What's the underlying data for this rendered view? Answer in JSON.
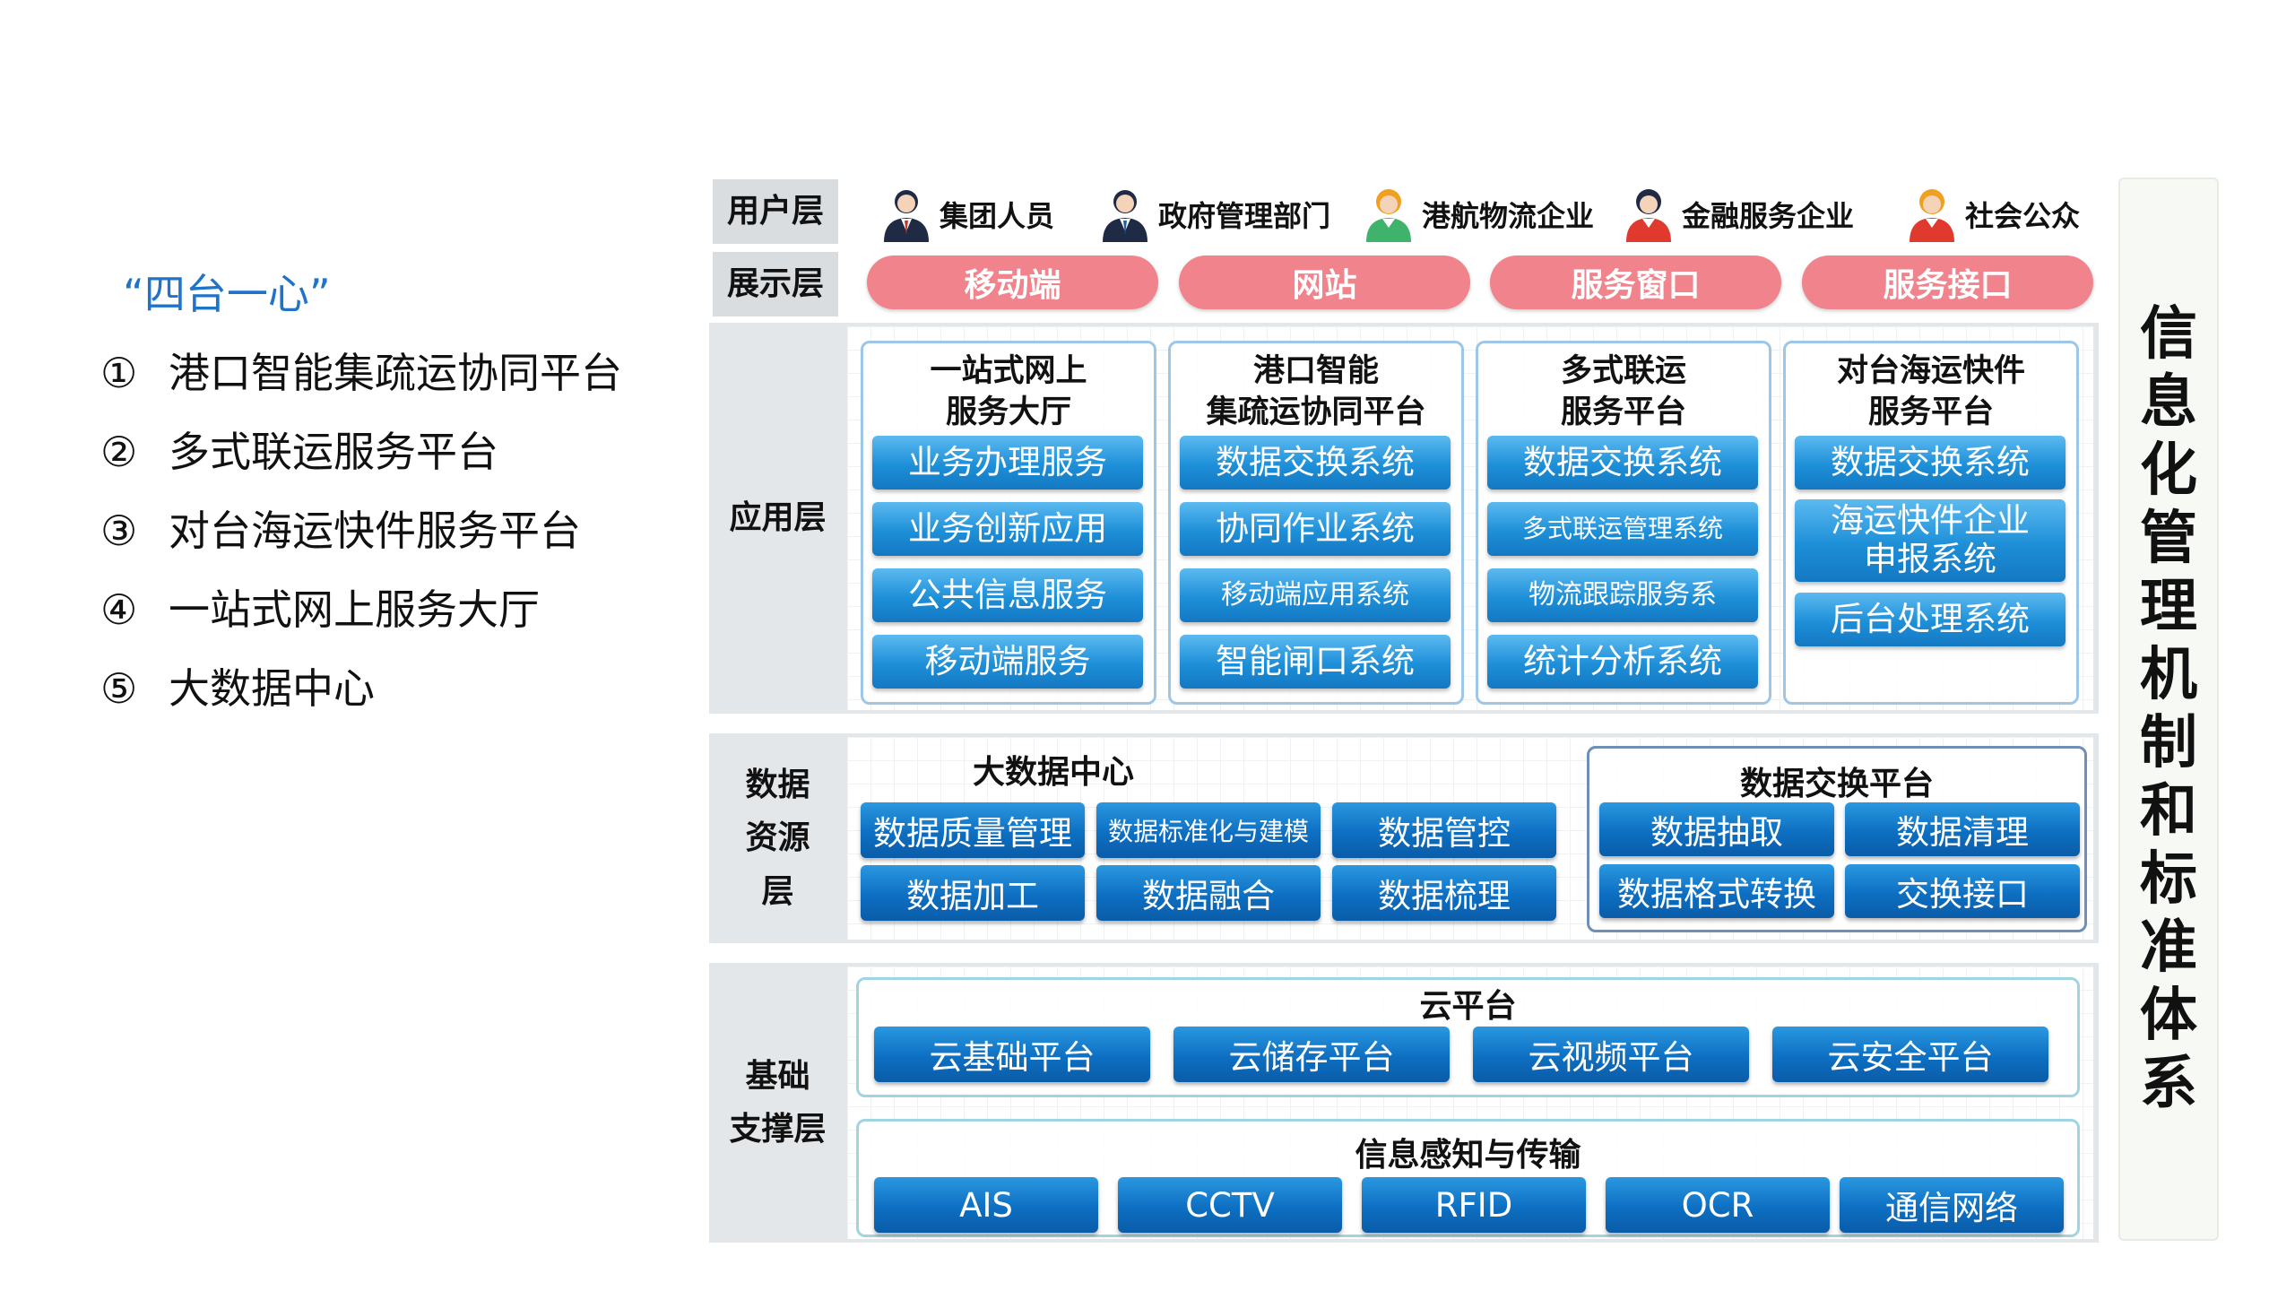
{
  "left": {
    "title": "“四台一心”",
    "items": [
      {
        "num": "①",
        "label": "港口智能集疏运协同平台"
      },
      {
        "num": "②",
        "label": "多式联运服务平台"
      },
      {
        "num": "③",
        "label": "对台海运快件服务平台"
      },
      {
        "num": "④",
        "label": "一站式网上服务大厅"
      },
      {
        "num": "⑤",
        "label": "大数据中心"
      }
    ]
  },
  "layers": {
    "user": "用户层",
    "display": "展示层",
    "application": "应用层",
    "data": "数据\n资源\n层",
    "infra": "基础\n支撑层"
  },
  "users": [
    {
      "label": "集团人员",
      "icon": "suit-person-icon",
      "color": "#1f2a44"
    },
    {
      "label": "政府管理部门",
      "icon": "suit-person-icon",
      "color": "#1f2a44"
    },
    {
      "label": "港航物流企业",
      "icon": "person-icon",
      "color": "#3fb36b"
    },
    {
      "label": "金融服务企业",
      "icon": "person-icon",
      "color": "#e03a2e"
    },
    {
      "label": "社会公众",
      "icon": "person-icon",
      "color": "#e03a2e"
    }
  ],
  "display": [
    "移动端",
    "网站",
    "服务窗口",
    "服务接口"
  ],
  "app_cards": [
    {
      "title": "一站式网上\n服务大厅",
      "items": [
        "业务办理服务",
        "业务创新应用",
        "公共信息服务",
        "移动端服务"
      ]
    },
    {
      "title": "港口智能\n集疏运协同平台",
      "items": [
        "数据交换系统",
        "协同作业系统",
        "移动端应用系统",
        "智能闸口系统"
      ]
    },
    {
      "title": "多式联运\n服务平台",
      "items": [
        "数据交换系统",
        "多式联运管理系统",
        "物流跟踪服务系",
        "统计分析系统"
      ]
    },
    {
      "title": "对台海运快件\n服务平台",
      "items": [
        "数据交换系统",
        "海运快件企业\n申报系统",
        "后台处理系统"
      ]
    }
  ],
  "big_data": {
    "title": "大数据中心",
    "items": [
      "数据质量管理",
      "数据标准化与建模",
      "数据管控",
      "数据加工",
      "数据融合",
      "数据梳理"
    ]
  },
  "exchange": {
    "title": "数据交换平台",
    "items": [
      "数据抽取",
      "数据清理",
      "数据格式转换",
      "交换接口"
    ]
  },
  "cloud": {
    "title": "云平台",
    "items": [
      "云基础平台",
      "云储存平台",
      "云视频平台",
      "云安全平台"
    ]
  },
  "sensing": {
    "title": "信息感知与传输",
    "items": [
      "AIS",
      "CCTV",
      "RFID",
      "OCR",
      "通信网络"
    ]
  },
  "right_title": "信息化管理机制和标准体系",
  "colors": {
    "pill": "#f0838c",
    "accent_blue": "#1f73c8"
  }
}
